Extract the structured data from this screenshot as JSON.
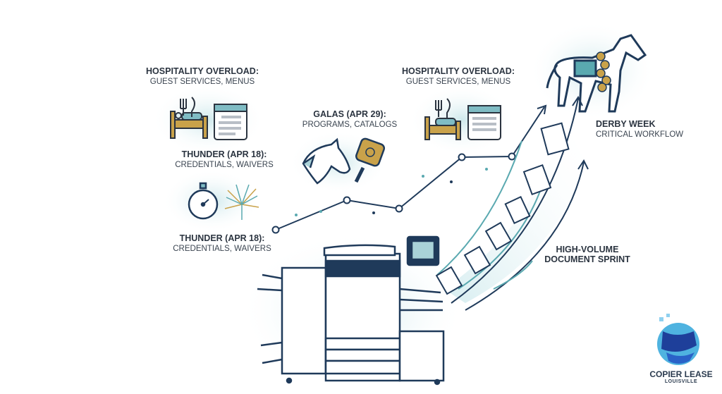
{
  "labels": {
    "hospitality_left": {
      "title": "HOSPITALITY OVERLOAD:",
      "sub": "GUEST SERVICES, MENUS"
    },
    "thunder_upper": {
      "title": "THUNDER (APR 18):",
      "sub": "CREDENTIALS, WAIVERS"
    },
    "thunder_lower": {
      "title": "THUNDER (APR 18):",
      "sub": "CREDENTIALS, WAIVERS"
    },
    "galas": {
      "title": "GALAS (APR 29):",
      "sub": "PROGRAMS, CATALOGS"
    },
    "hospitality_right": {
      "title": "HOSPITALITY OVERLOAD:",
      "sub": "GUEST SERVICES, MENUS"
    },
    "derby": {
      "title": "DERBY WEEK",
      "sub": "CRITICAL WORKFLOW"
    },
    "sprint": {
      "title": "HIGH-VOLUME",
      "sub": "DOCUMENT SPRINT"
    }
  },
  "logo": {
    "name": "COPIER LEASE",
    "city": "LOUISVILLE"
  },
  "colors": {
    "navy": "#1f3a5a",
    "teal": "#5aa9b0",
    "glow": "#d8eef0",
    "gold": "#c9a24a"
  }
}
